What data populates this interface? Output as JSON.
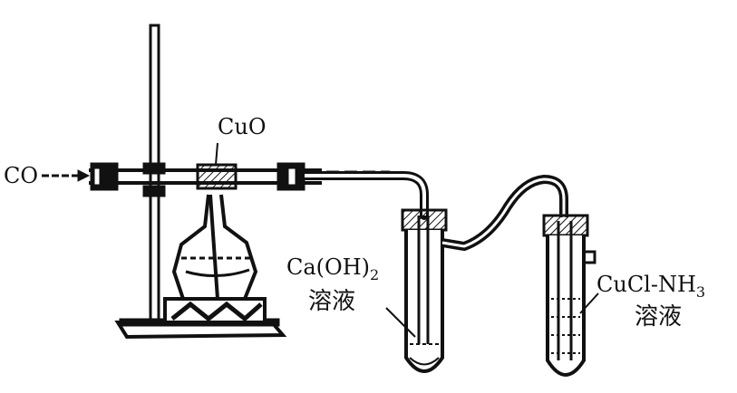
{
  "labels": {
    "co_inlet": "CO",
    "cuo": "CuO",
    "caoh2_formula": "Ca(OH)",
    "caoh2_subscript": "2",
    "caoh2_solution": "溶液",
    "cucl_formula": "CuCl-NH",
    "cucl_subscript": "3",
    "cucl_solution": "溶液"
  }
}
